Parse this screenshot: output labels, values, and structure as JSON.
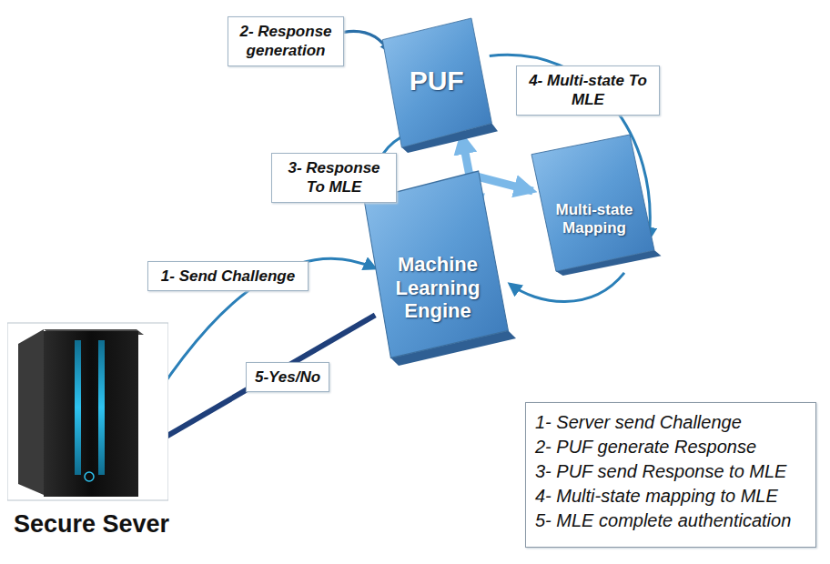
{
  "diagram": {
    "nodes": [
      {
        "text": [
          "PUF"
        ]
      },
      {
        "text": [
          "Multi-state Mapping"
        ]
      },
      {
        "text": [
          "Machine Learning Engine"
        ]
      },
      {
        "text": [
          "Secure Sever"
        ]
      }
    ],
    "edges": [
      {
        "from": 3,
        "to": 2,
        "arrow": "to",
        "label": "1- Send Challenge"
      },
      {
        "from": 0,
        "to": 2,
        "arrow": "to",
        "label": "3- Response To MLE"
      },
      {
        "from": 0,
        "to": 1,
        "arrow": "to",
        "label": "4- Multi-state To MLE"
      },
      {
        "from": 1,
        "to": 2,
        "arrow": "to"
      },
      {
        "from": 2,
        "to": 3,
        "arrow": "to",
        "label": "5-Yes/No"
      },
      {
        "from": 0,
        "to": 2,
        "arrow": "both"
      },
      {
        "from": 2,
        "to": 1,
        "arrow": "to"
      }
    ],
    "labels": [
      "2- Response generation",
      "1- Server send Challenge",
      "2- PUF generate Response",
      "3- PUF send Response to MLE",
      "4- Multi-state mapping to MLE",
      "5- MLE complete authentication"
    ]
  }
}
